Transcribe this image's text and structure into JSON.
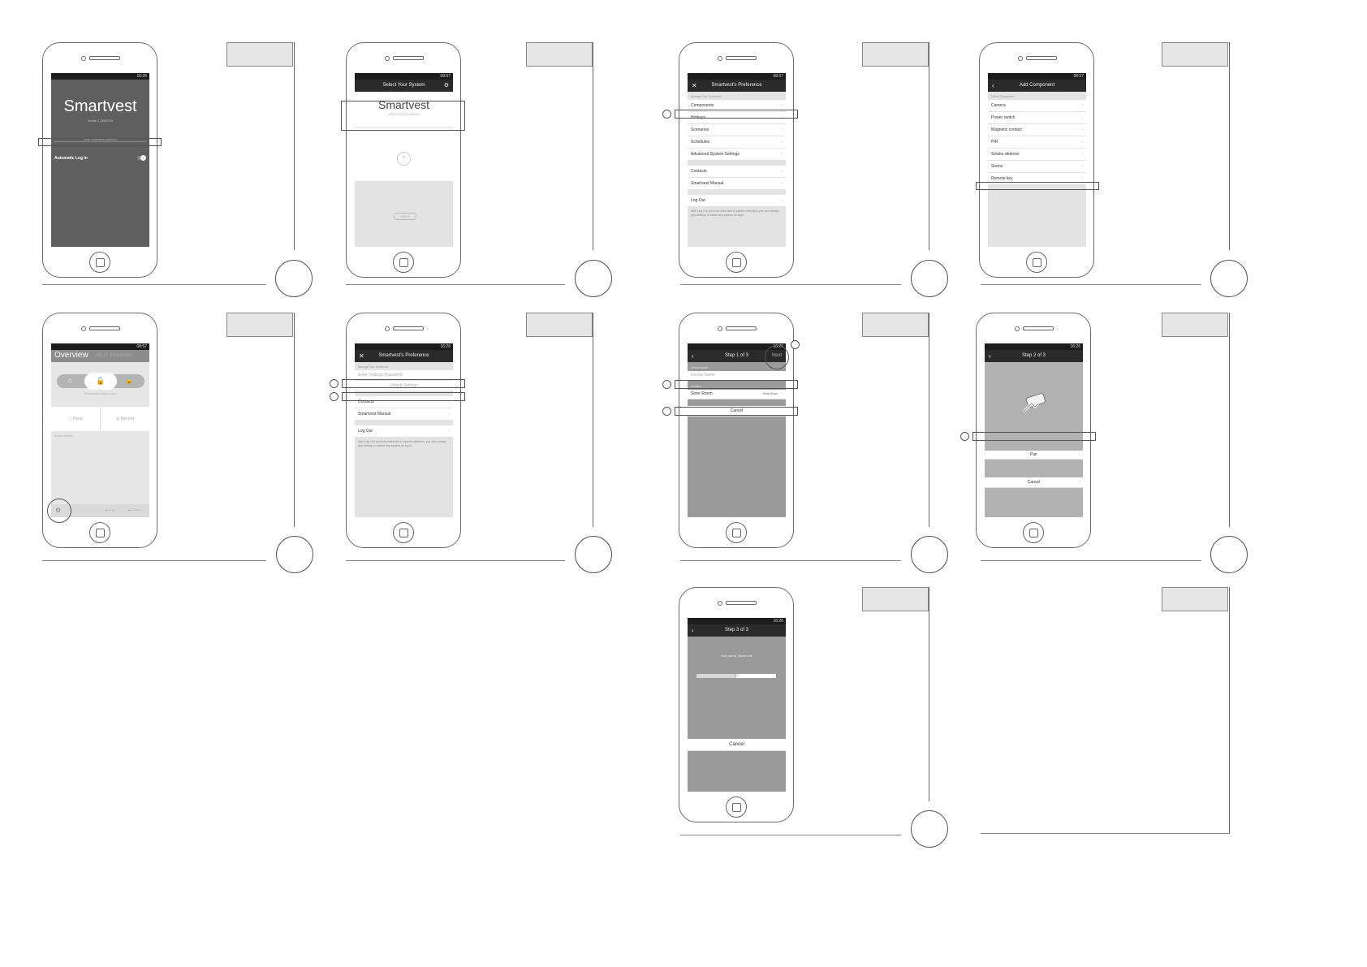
{
  "colors": {
    "dark_screen": "#5f5f5f",
    "title_bar": "#2a2a2a",
    "light_screen": "#e3e3e3",
    "mid_screen": "#9a9a9a"
  },
  "screen1": {
    "status": "16:26",
    "logo": "Smartvest",
    "version": "Version 1_0000XXX",
    "password_placeholder": "Enter Smartvest password",
    "automatic_login": "Automatic Log In"
  },
  "screen2": {
    "status": "09:57",
    "title": "Select Your System",
    "system_name": "Smartvest",
    "system_id": "WGXXXXXXXX-WOKWI",
    "brand": "ABUS"
  },
  "screen3": {
    "status": "08:57",
    "title": "Smartvest's Preference",
    "section": "Manage Your Smartvest",
    "items": [
      "Components",
      "Hotkeys",
      "Scenarios",
      "Schedules",
      "Advanced System Settings"
    ],
    "items2": [
      "Contacts",
      "Smartvest Manual"
    ],
    "logout": "Log Out",
    "note": "After Log Out you'll be redirected to system selection, you can change app settings or select any system for login."
  },
  "screen4": {
    "status": "08:57",
    "title": "Add Component",
    "section": "Select Component",
    "items": [
      "Camera",
      "Power switch",
      "Magnetic contact",
      "PIR",
      "Smoke detector",
      "Sirens",
      "Remote key"
    ]
  },
  "screen5": {
    "status": "08:57",
    "title": "Overview",
    "title_faded": "ABUS Smartvest",
    "mode_text": "Smartvest is ready to arm",
    "panic": "Panic",
    "record": "Record",
    "section": "Active Devices",
    "tab1": "Log",
    "tab2": "Cloud"
  },
  "screen6": {
    "status": "16:26",
    "title": "Smartvest's Preference",
    "section": "Manage Your Smartvest",
    "password_placeholder": "Enter Settings Password",
    "unlock": "Unlock Settings",
    "items": [
      "Contacts",
      "Smartvest Manual"
    ],
    "logout": "Log Out",
    "note": "After Log Out you'll be redirected to system selection, you can change app settings or select any system for log in."
  },
  "screen7": {
    "status": "16:26",
    "title": "Step 1 of 3",
    "next": "Next",
    "device_label": "Device Name",
    "device_placeholder": "Device Name",
    "location_label": "Location",
    "location_value": "Store Room",
    "location_right": "Store Room",
    "cancel": "Cancel"
  },
  "screen8": {
    "status": "16:26",
    "title": "Step 2 of 3",
    "pair": "Pair",
    "cancel": "Cancel"
  },
  "screen9": {
    "status": "16:26",
    "title": "Step 3 of 3",
    "message": "Now pairing, please wait",
    "progress_value": "1/2",
    "progress_fraction": 0.5,
    "cancel": "Cancel"
  }
}
